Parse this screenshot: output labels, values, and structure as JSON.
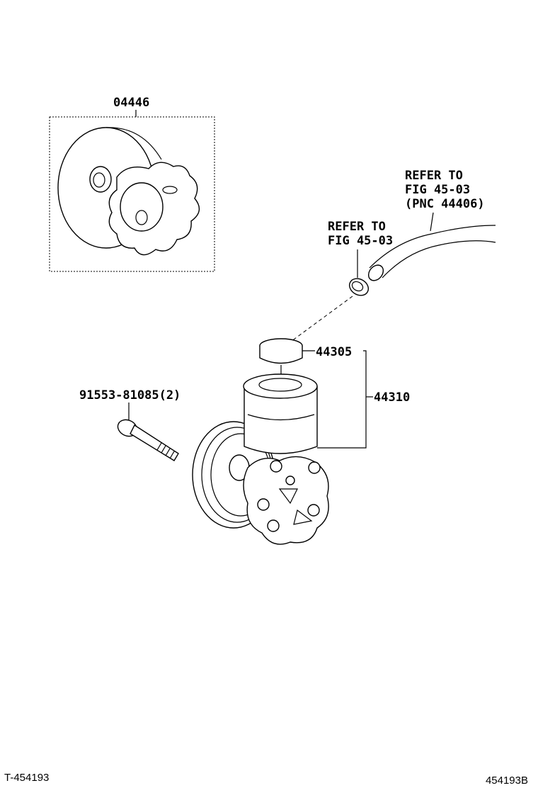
{
  "parts": {
    "seal_kit": "04446",
    "cap": "44305",
    "pump": "44310",
    "bolt": "91553-81085(2)"
  },
  "references": {
    "clamp_line1": "REFER TO",
    "clamp_line2": "FIG 45-03",
    "hose_line1": "REFER TO",
    "hose_line2": "FIG 45-03",
    "hose_line3": "(PNC 44406)"
  },
  "footer": {
    "doc_id": "T-454193",
    "fig_id": "454193B"
  }
}
